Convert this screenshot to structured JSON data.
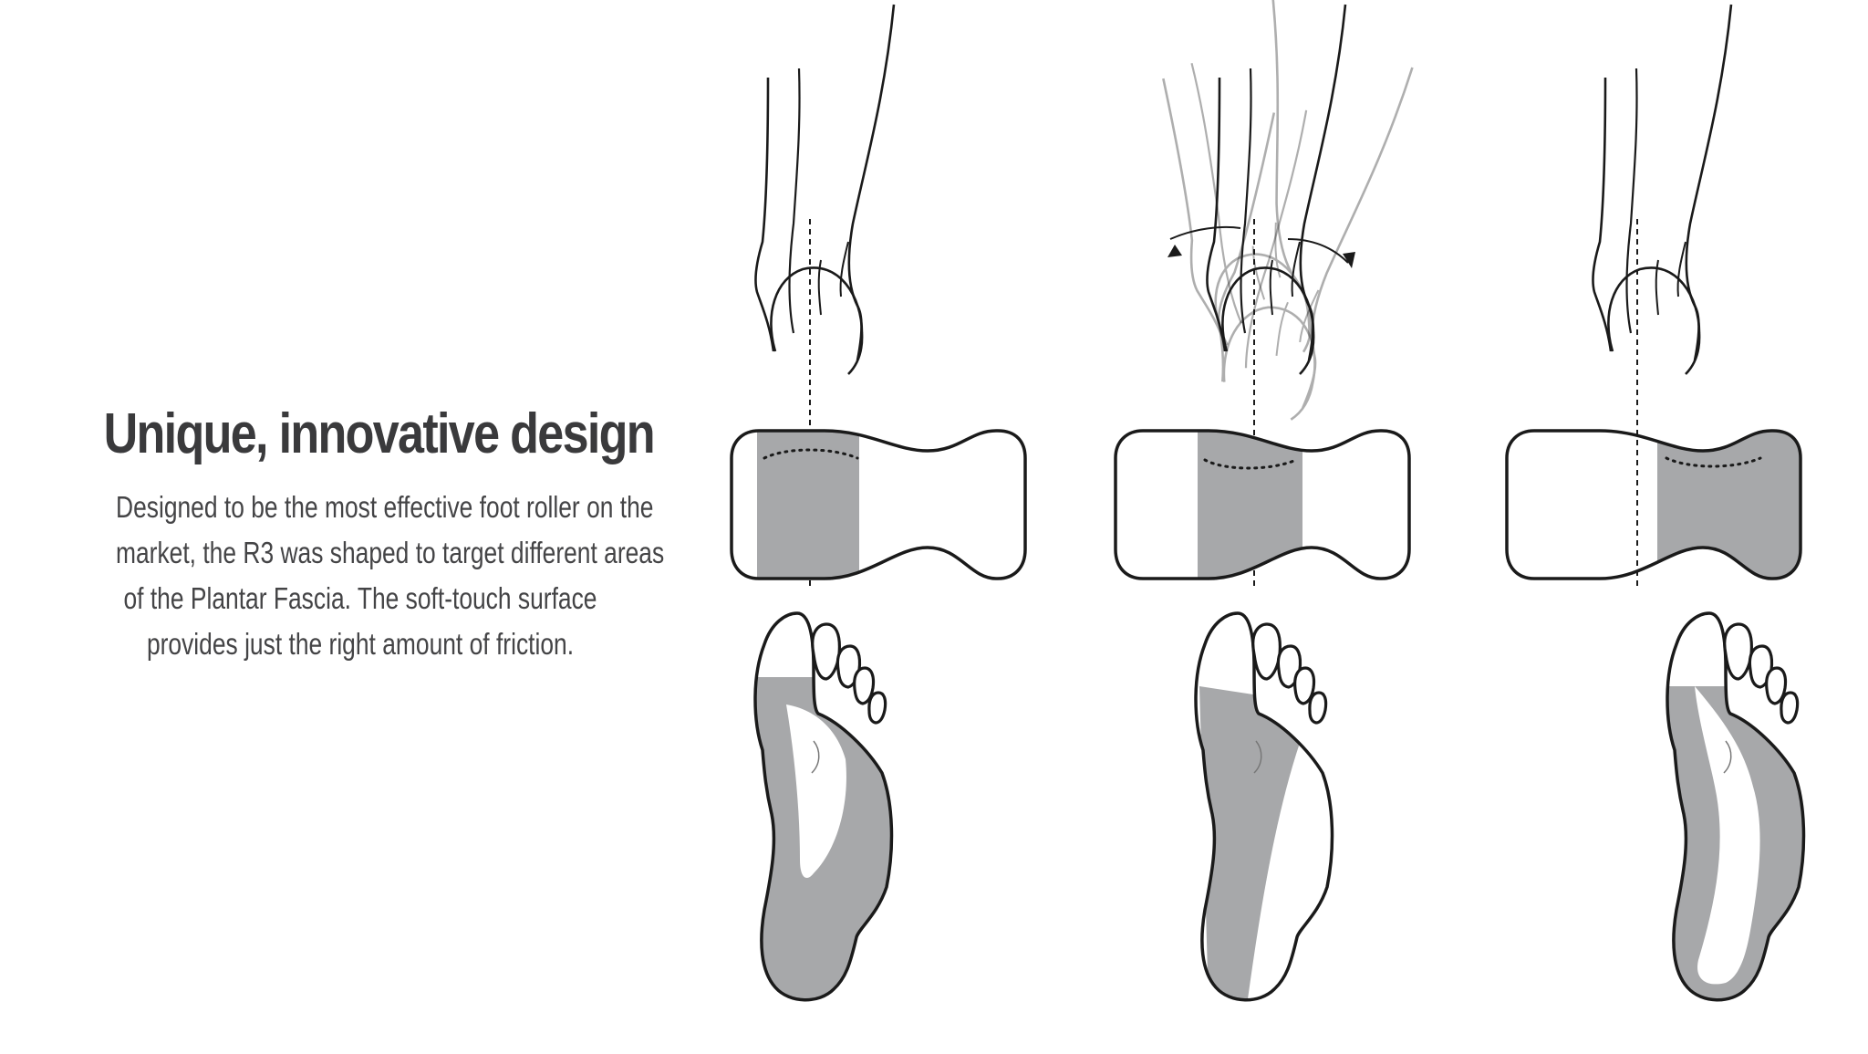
{
  "heading": "Unique, innovative design",
  "description_lines": [
    "Designed to be the most effective foot roller on the",
    "market, the R3 was shaped to target different areas",
    "of the Plantar Fascia. The soft-touch surface",
    "provides just the right amount of friction."
  ],
  "colors": {
    "text": "#3e3e40",
    "outline": "#1a1a1a",
    "highlight": "#a7a8aa",
    "background": "#ffffff"
  },
  "panels": [
    {
      "position": "left",
      "icons": [
        "leg-icon",
        "roller-icon",
        "foot-sole-icon"
      ]
    },
    {
      "position": "center",
      "icons": [
        "leg-icon",
        "rotation-arrows-icon",
        "roller-icon",
        "foot-sole-icon"
      ]
    },
    {
      "position": "right",
      "icons": [
        "leg-icon",
        "roller-icon",
        "foot-sole-icon"
      ]
    }
  ]
}
